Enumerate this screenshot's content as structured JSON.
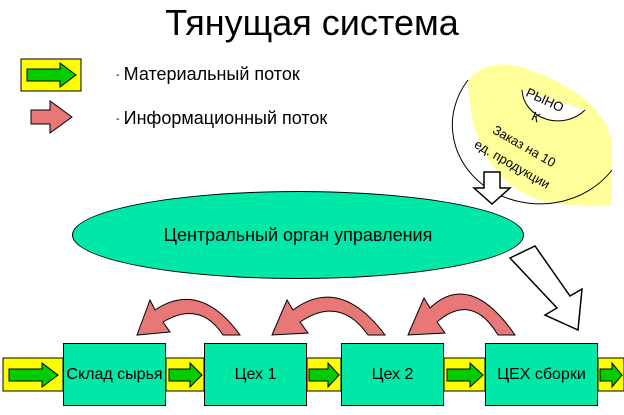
{
  "title": "Тянущая система",
  "legend": {
    "material_flow": "Материальный поток",
    "info_flow": "Информационный поток",
    "bullet": "-"
  },
  "market": {
    "label_line1": "РЫНО",
    "label_line2": "К",
    "order_line1": "Заказ на 10",
    "order_line2": "ед. продукции"
  },
  "control_center": "Центральный орган управления",
  "stages": {
    "sklad": "Склад сырья",
    "ceh1": "Цех 1",
    "ceh2": "Цех 2",
    "sborka": "ЦЕХ сборки"
  },
  "colors": {
    "material_arrow": "#00cc00",
    "material_bg": "#ffff00",
    "info_arrow": "#e87878",
    "box_fill": "#00e8a8",
    "market_fill": "#ffff99"
  }
}
